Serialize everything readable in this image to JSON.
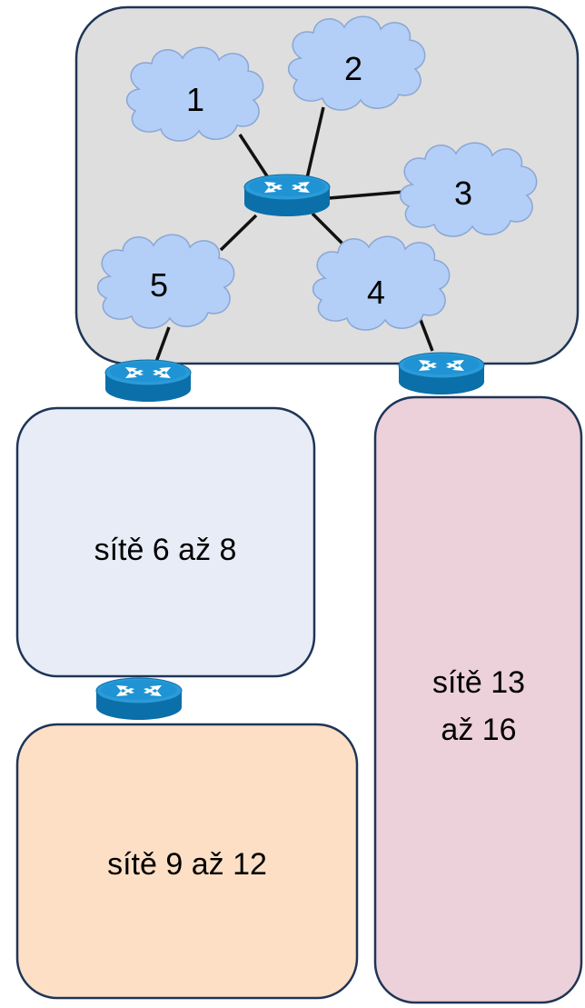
{
  "clouds": [
    {
      "id": "1",
      "label": "1"
    },
    {
      "id": "2",
      "label": "2"
    },
    {
      "id": "3",
      "label": "3"
    },
    {
      "id": "4",
      "label": "4"
    },
    {
      "id": "5",
      "label": "5"
    }
  ],
  "regions": {
    "core": {
      "label": ""
    },
    "left_upper": {
      "label": "sítě 6 až 8"
    },
    "left_lower": {
      "label": "sítě 9 až 12"
    },
    "right": {
      "line1": "sítě 13",
      "line2": "až 16"
    }
  },
  "colors": {
    "core_fill": "#dedede",
    "left_upper_fill": "#e8ecf7",
    "left_lower_fill": "#fcdfc5",
    "right_fill": "#ecd0da",
    "border": "#1f3556",
    "cloud_fill": "#b3cef7",
    "cloud_stroke": "#8aa6d4",
    "router_top": "#1a8fd0",
    "router_body": "#0b6fa9",
    "link": "#111111"
  },
  "icons": [
    "cloud-icon",
    "router-icon"
  ]
}
